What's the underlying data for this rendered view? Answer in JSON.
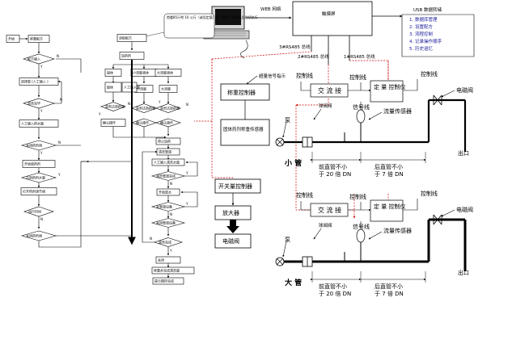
{
  "top": {
    "web_label": "WEB 网络",
    "usb_label": "USB 数据转储",
    "touchscreen_label": "触摸屏",
    "bus1_label": "3#RS485 总线",
    "bus2_label": "2#RS485 总线",
    "bus3_label": "1#RS485 总线",
    "note_text": "首重85斤附 10 公斤（或设定值）时，暂停，等确认后继续执行"
  },
  "menu": {
    "items": [
      "1. 数据库管理",
      "2. 设置配方",
      "3. 流程控制",
      "4. 记录操作顺序",
      "5. 历史追忆"
    ]
  },
  "flow1": {
    "nodes": [
      "开始",
      "称重配方",
      "配方输入",
      "选择菜 (人工输入 )",
      "混合完毕",
      "人工输入药水量",
      "关闭药剂阀",
      "开始放药剂",
      "达到药剂水量",
      "打开药剂调节阀",
      "运行时间",
      "关闭药剂阀"
    ],
    "labels": [
      "N",
      "Y",
      "Y",
      "N",
      "Y",
      "N",
      "Y",
      "N"
    ]
  },
  "flow2": {
    "nodes": [
      "读取配方",
      "加药剂",
      "固体",
      "小流量液体",
      "大流量液体",
      "固体",
      "小流量",
      "大流量",
      "是否达到药量",
      "是否达到药量",
      "是否达到药量",
      "确认操作",
      "确认操作",
      "人工加入量",
      "停止加药",
      "停止加药",
      "清洗管道",
      "人工输入清洗水量",
      "清洗管道完成",
      "开始放水",
      "关管道设备",
      "开始冲洗阀",
      "关闭管道设备",
      "是否完成",
      "关闭",
      "称重并完成清洗量",
      "提示搅拌完成"
    ],
    "labels": [
      "N",
      "Y",
      "Y",
      "N",
      "Y",
      "N",
      "Y",
      "N",
      "N",
      "Y"
    ]
  },
  "signal": {
    "signal_indicator_label": "超量信号指示",
    "weigh_controller": "称重控制器",
    "solid_sensor": "固体药剂称重传感器",
    "switch_controller": "开关量控制器",
    "amplifier": "放大器",
    "solenoid": "电磁阀"
  },
  "small_pipe": {
    "control_line_1": "控制线",
    "control_line_2": "控制线",
    "control_line_3": "控制线",
    "ac_contactor": "交 流 接",
    "meter": "定 量 控制仪",
    "ball_valve": "球阀阀",
    "signal_line": "信号线",
    "flow_sensor": "流量传感器",
    "pump": "泵",
    "solenoid_valve": "电磁阀",
    "outlet": "出口",
    "pipe_name": "小 管",
    "front_straight": "前直管不小于 20 倍 DN",
    "rear_straight": "后直管不小于 7 倍 DN"
  },
  "big_pipe": {
    "control_line_1": "控制线",
    "control_line_2": "控制线",
    "control_line_3": "控制线",
    "ac_contactor": "交 流 接",
    "meter": "定 量 控制仪",
    "ball_valve": "球阀阀",
    "signal_line": "信号线",
    "flow_sensor": "流量传感器",
    "pump": "泵",
    "solenoid_valve": "电磁阀",
    "outlet": "出口",
    "pipe_name": "大 管",
    "front_straight": "前直管不小于 20 倍 DN",
    "rear_straight": "后直管不小于 7 倍 DN"
  },
  "colors": {
    "bus_line": "#cc0000",
    "menu_text": "#1a1a9a",
    "line": "#000000"
  }
}
